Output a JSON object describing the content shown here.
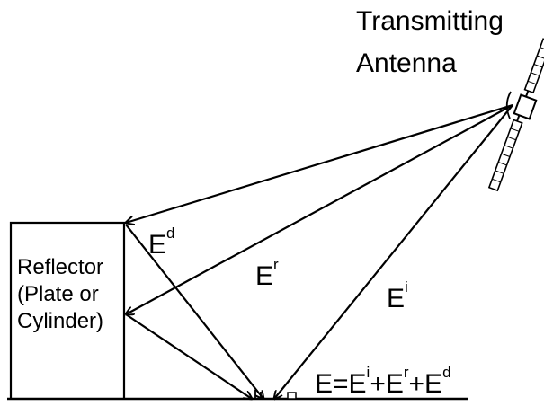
{
  "antenna": {
    "label_line1": "Transmitting",
    "label_line2": "Antenna"
  },
  "reflector": {
    "label_line1": "Reflector",
    "label_line2": "(Plate or",
    "label_line3": "Cylinder)"
  },
  "fields": {
    "diffracted": {
      "base": "E",
      "sup": "d"
    },
    "reflected": {
      "base": "E",
      "sup": "r"
    },
    "incident": {
      "base": "E",
      "sup": "i"
    }
  },
  "equation": {
    "lhs": "E=E",
    "sup_i": "i",
    "plus1": "+E",
    "sup_r": "r",
    "plus2": "+E",
    "sup_d": "d"
  }
}
